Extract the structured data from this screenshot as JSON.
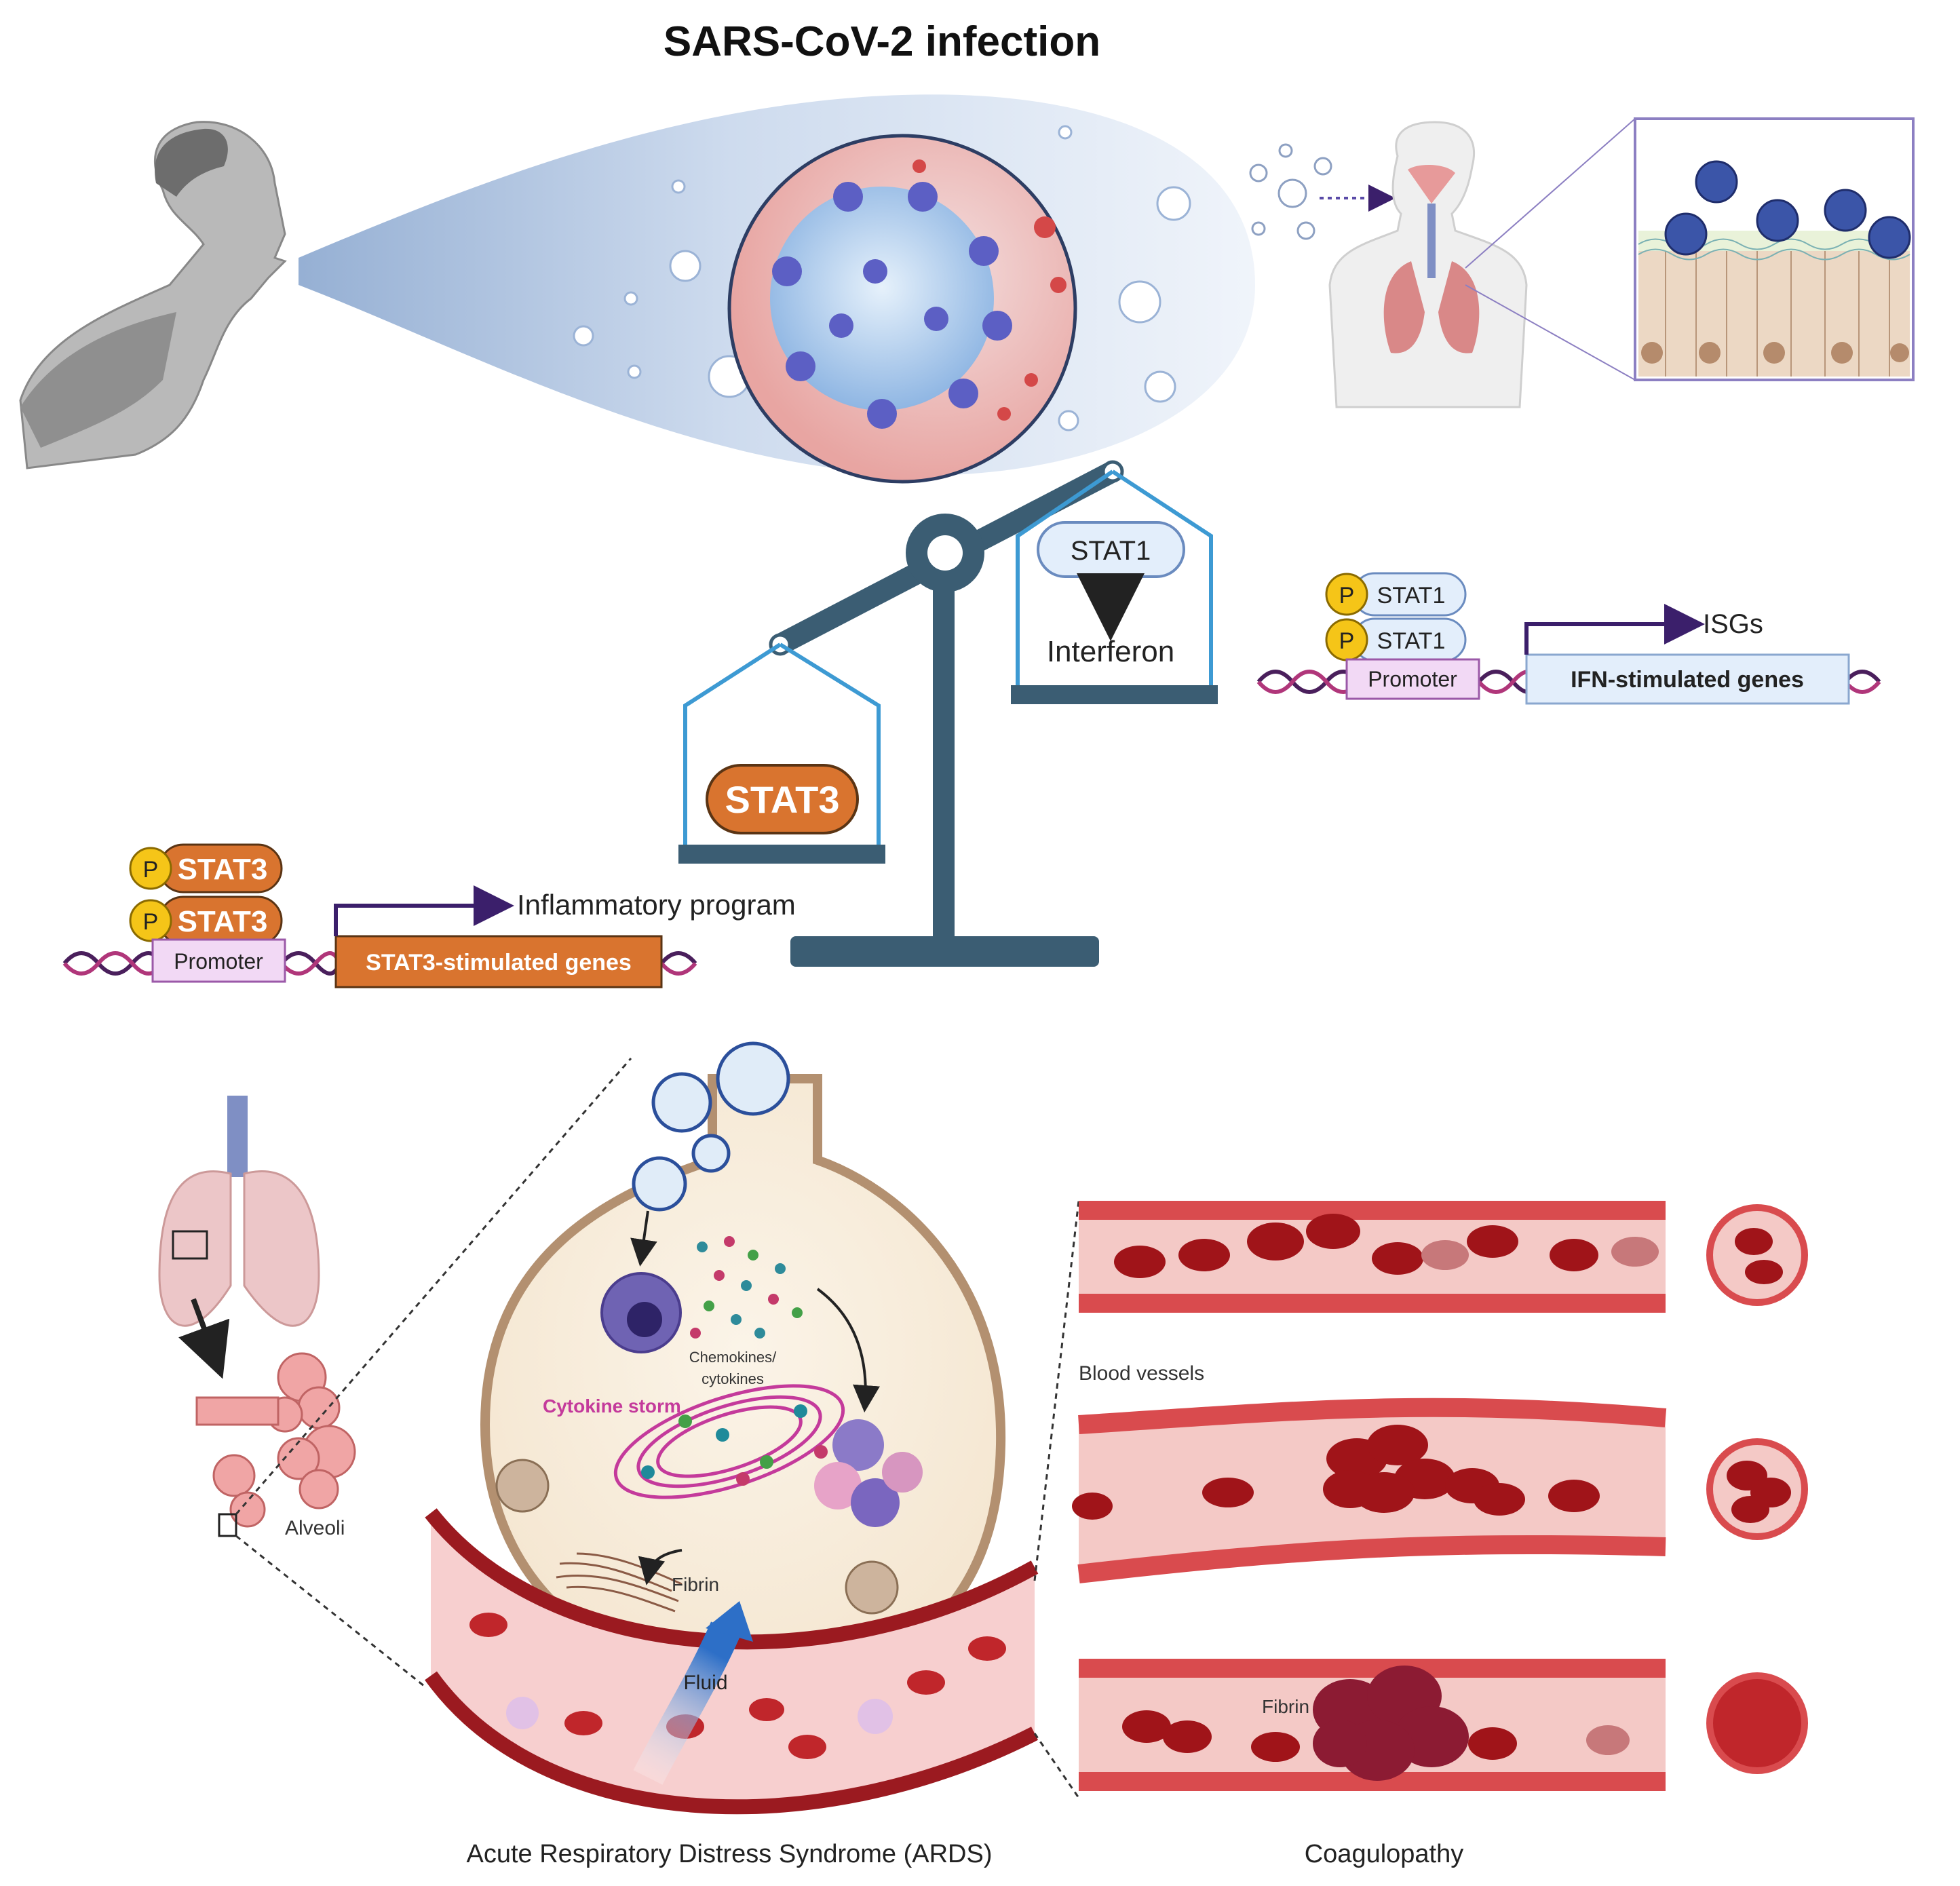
{
  "title": "SARS-CoV-2 infection",
  "balance": {
    "left_label": "STAT3",
    "right_top_label": "STAT1",
    "right_bottom_label": "Interferon"
  },
  "isg_pathway": {
    "p_badge": "P",
    "protein_top": "STAT1",
    "protein_bottom": "STAT1",
    "promoter": "Promoter",
    "output_label": "ISGs",
    "gene_box": "IFN-stimulated genes"
  },
  "inflammatory_pathway": {
    "p_badge": "P",
    "protein_top": "STAT3",
    "protein_bottom": "STAT3",
    "promoter": "Promoter",
    "output_label": "Inflammatory program",
    "gene_box": "STAT3-stimulated genes"
  },
  "alveolus": {
    "alveoli_label": "Alveoli",
    "chemokines_line1": "Chemokines/",
    "chemokines_line2": "cytokines",
    "cytokine_storm": "Cytokine storm",
    "fibrin": "Fibrin",
    "fluid": "Fluid"
  },
  "vessels": {
    "blood_vessels_label": "Blood vessels",
    "fibrin_label": "Fibrin"
  },
  "captions": {
    "ards": "Acute Respiratory Distress Syndrome (ARDS)",
    "coagulopathy": "Coagulopathy"
  },
  "colors": {
    "stat3_orange": "#d9742f",
    "dark_slate": "#2e5a73",
    "purple_arrow": "#3b1f6b",
    "rbc_red": "#b3191e",
    "vessel_pink": "#f4c9c6",
    "phospho_yellow": "#f5c518"
  }
}
